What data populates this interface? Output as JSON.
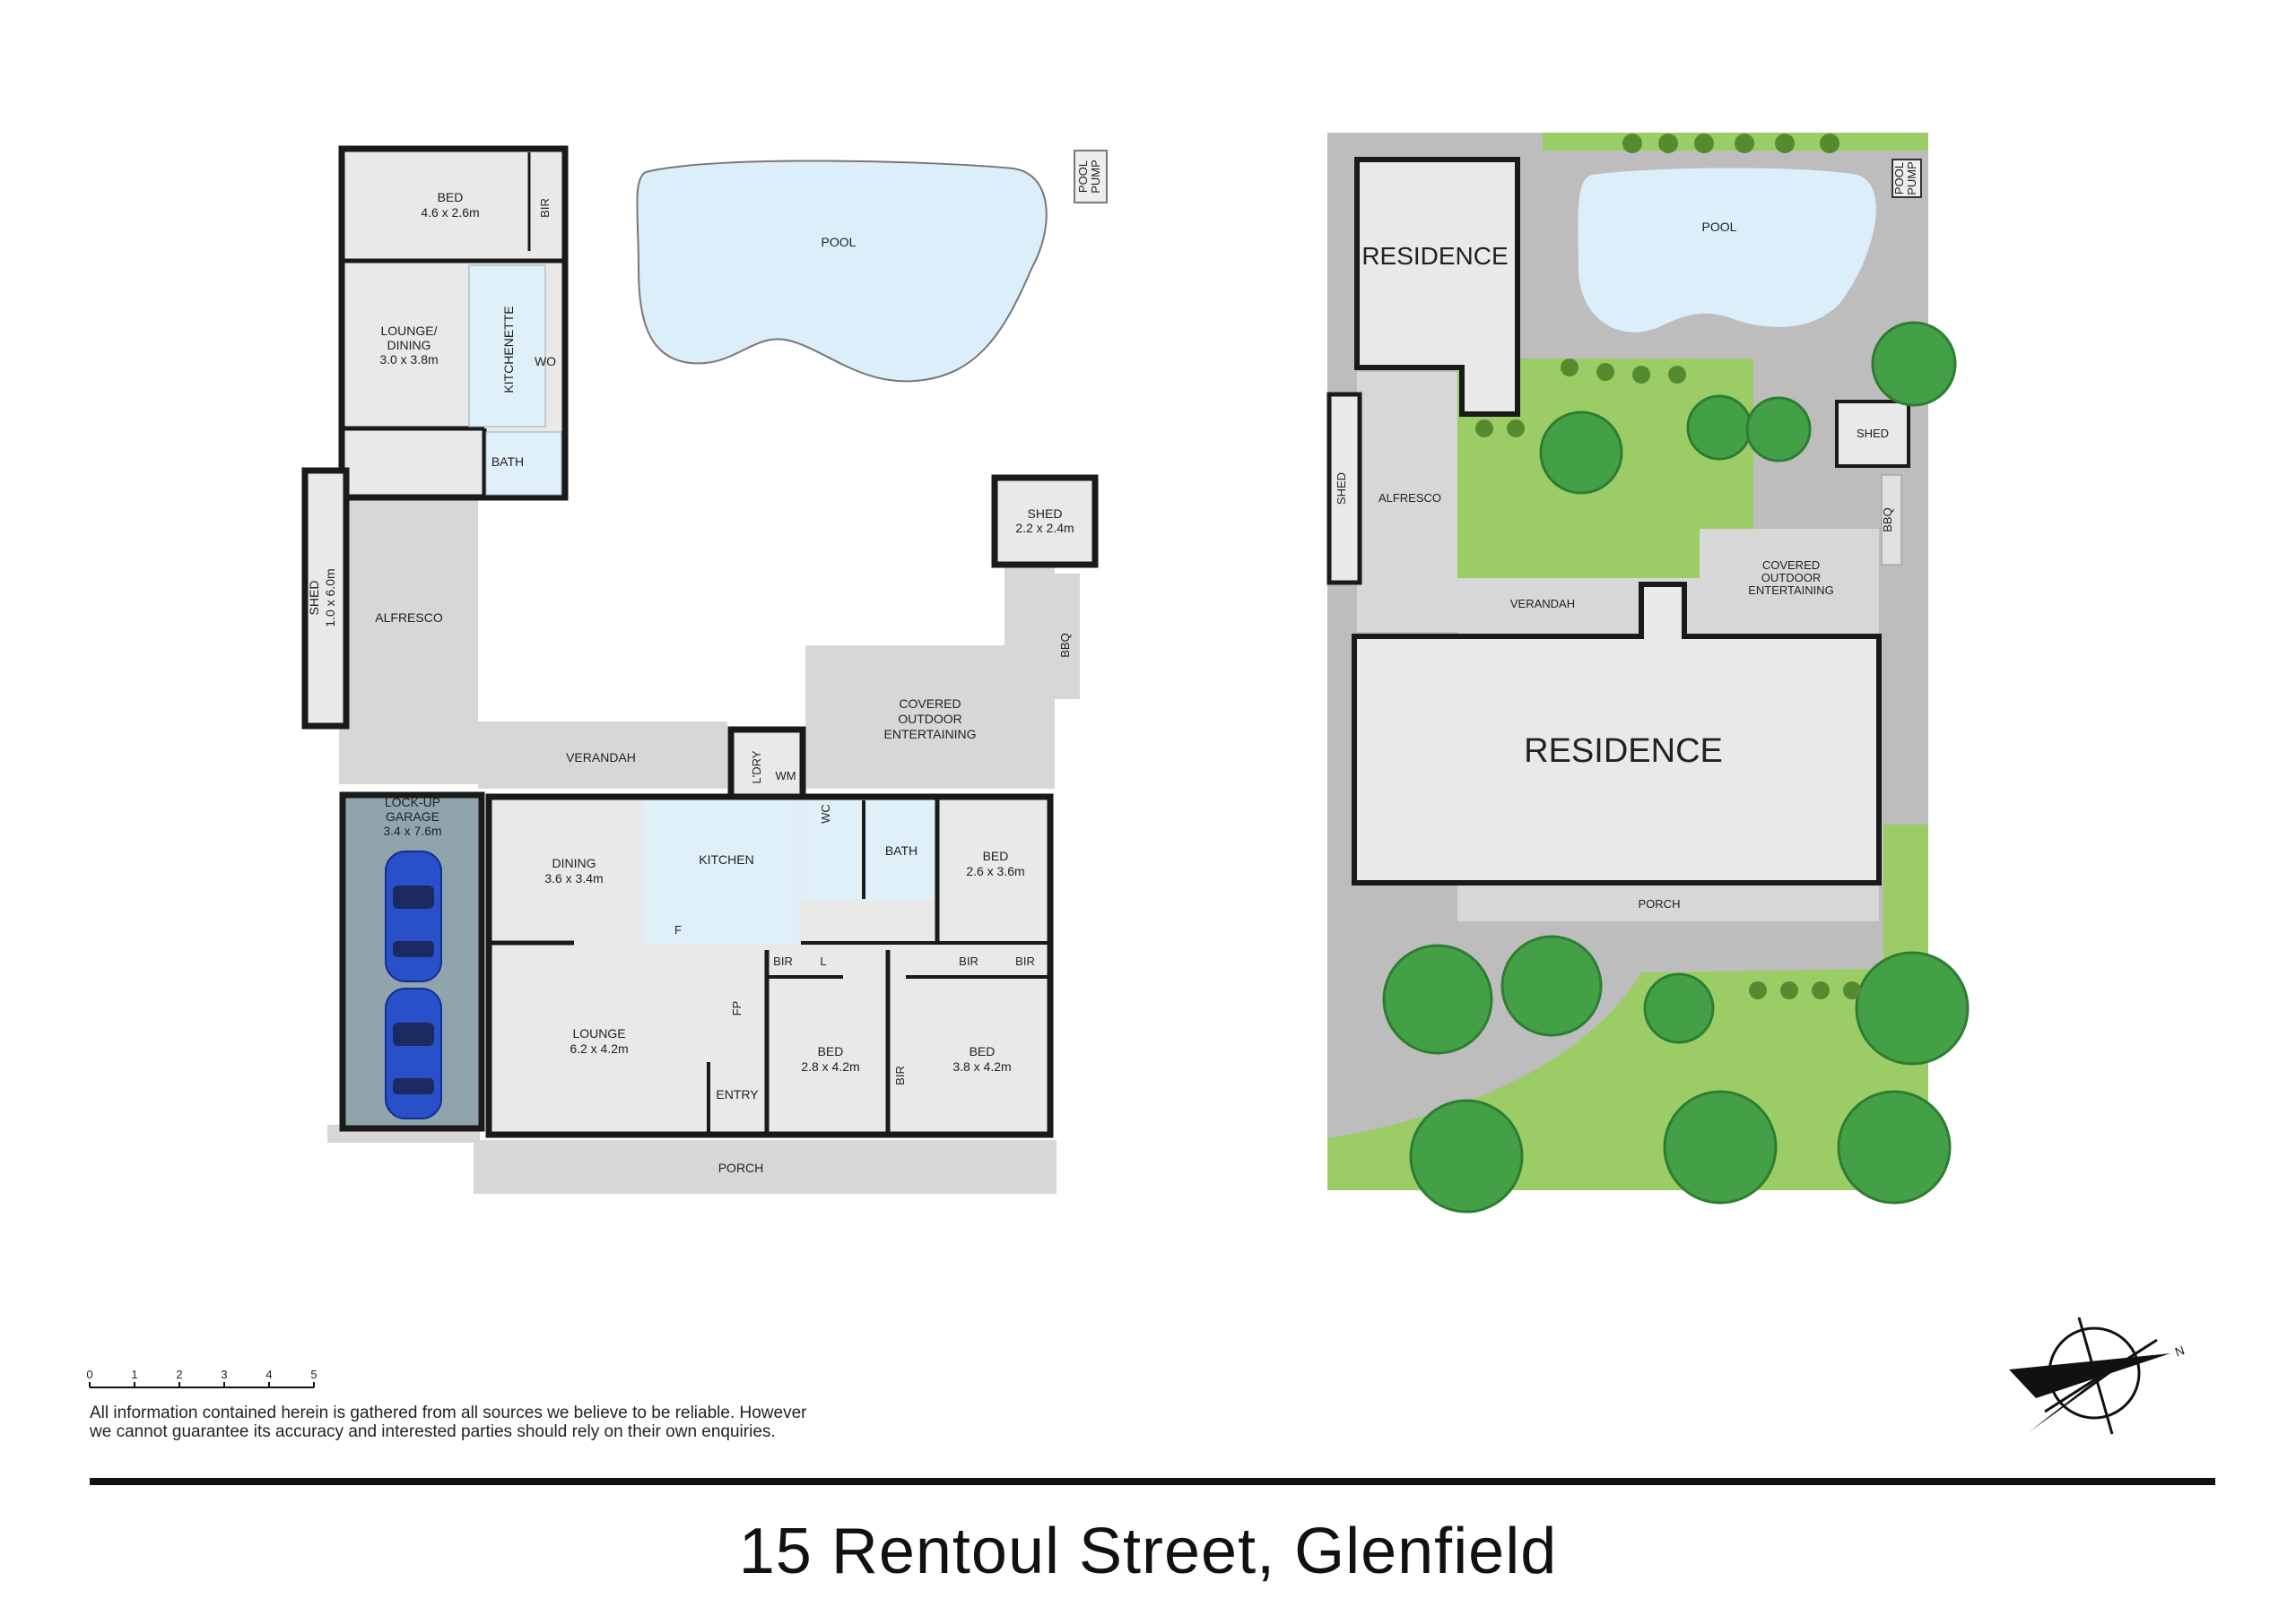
{
  "floor_plan": {
    "bed_upper": {
      "name": "BED",
      "size": "4.6 x 2.6m"
    },
    "bir": "BIR",
    "lounge_dining_upper": {
      "name": "LOUNGE/\nDINING",
      "name1": "LOUNGE/",
      "name2": "DINING",
      "size": "3.0 x 3.8m"
    },
    "kitchenette": "KITCHENETTE",
    "wo": "WO",
    "bath": "BATH",
    "pool": "POOL",
    "pool_pump1": "POOL",
    "pool_pump2": "PUMP",
    "shed_left": {
      "name": "SHED",
      "size": "1.0 x 6.0m"
    },
    "alfresco": "ALFRESCO",
    "shed_right": {
      "name": "SHED",
      "size": "2.2 x 2.4m"
    },
    "bbq": "BBQ",
    "covered1": "COVERED",
    "covered2": "OUTDOOR",
    "covered3": "ENTERTAINING",
    "verandah": "VERANDAH",
    "ldry": "L'DRY",
    "wm": "WM",
    "wc": "WC",
    "garage": {
      "name1": "LOCK-UP",
      "name2": "GARAGE",
      "size": "3.4 x 7.6m"
    },
    "dining": {
      "name": "DINING",
      "size": "3.6 x 3.4m"
    },
    "kitchen": "KITCHEN",
    "f": "F",
    "bed_a": {
      "name": "BED",
      "size": "2.6 x 3.6m"
    },
    "l": "L",
    "lounge": {
      "name": "LOUNGE",
      "size": "6.2 x 4.2m"
    },
    "fp": "FP",
    "entry": "ENTRY",
    "bed_b": {
      "name": "BED",
      "size": "2.8 x 4.2m"
    },
    "bed_c": {
      "name": "BED",
      "size": "3.8 x 4.2m"
    },
    "porch": "PORCH"
  },
  "site_plan": {
    "residence_small": "RESIDENCE",
    "pool": "POOL",
    "pool_pump1": "POOL",
    "pool_pump2": "PUMP",
    "shed_right": "SHED",
    "shed_left": "SHED",
    "alfresco": "ALFRESCO",
    "bbq": "BBQ",
    "covered1": "COVERED",
    "covered2": "OUTDOOR",
    "covered3": "ENTERTAINING",
    "verandah": "VERANDAH",
    "residence_main": "RESIDENCE",
    "porch": "PORCH"
  },
  "scale_bar": {
    "ticks": [
      "0",
      "1",
      "2",
      "3",
      "4",
      "5"
    ]
  },
  "compass": {
    "north": "N"
  },
  "colors": {
    "grass": "#9ccc65",
    "tree": "#43a047",
    "paving": "#bdbdbd",
    "pool": "#dceefa",
    "garage": "#90a4ae",
    "car": "#2950c8"
  },
  "disclaimer": "All information contained herein is gathered from all sources we believe to be reliable. However we cannot guarantee its accuracy and interested parties should rely on their own enquiries.",
  "title": "15 Rentoul Street, Glenfield"
}
